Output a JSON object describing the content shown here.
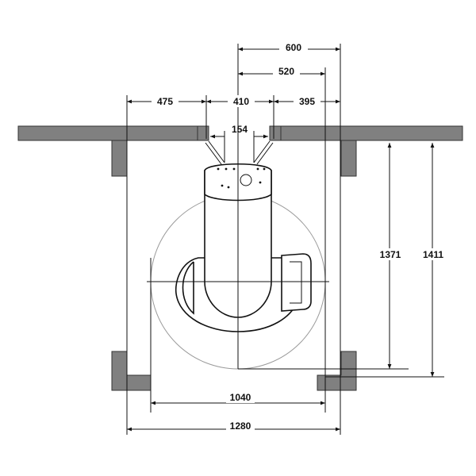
{
  "dimensions": {
    "d600": "600",
    "d520": "520",
    "d475": "475",
    "d410": "410",
    "d395": "395",
    "d154": "154",
    "d1371": "1371",
    "d1411": "1411",
    "d1040": "1040",
    "d1280": "1280"
  }
}
